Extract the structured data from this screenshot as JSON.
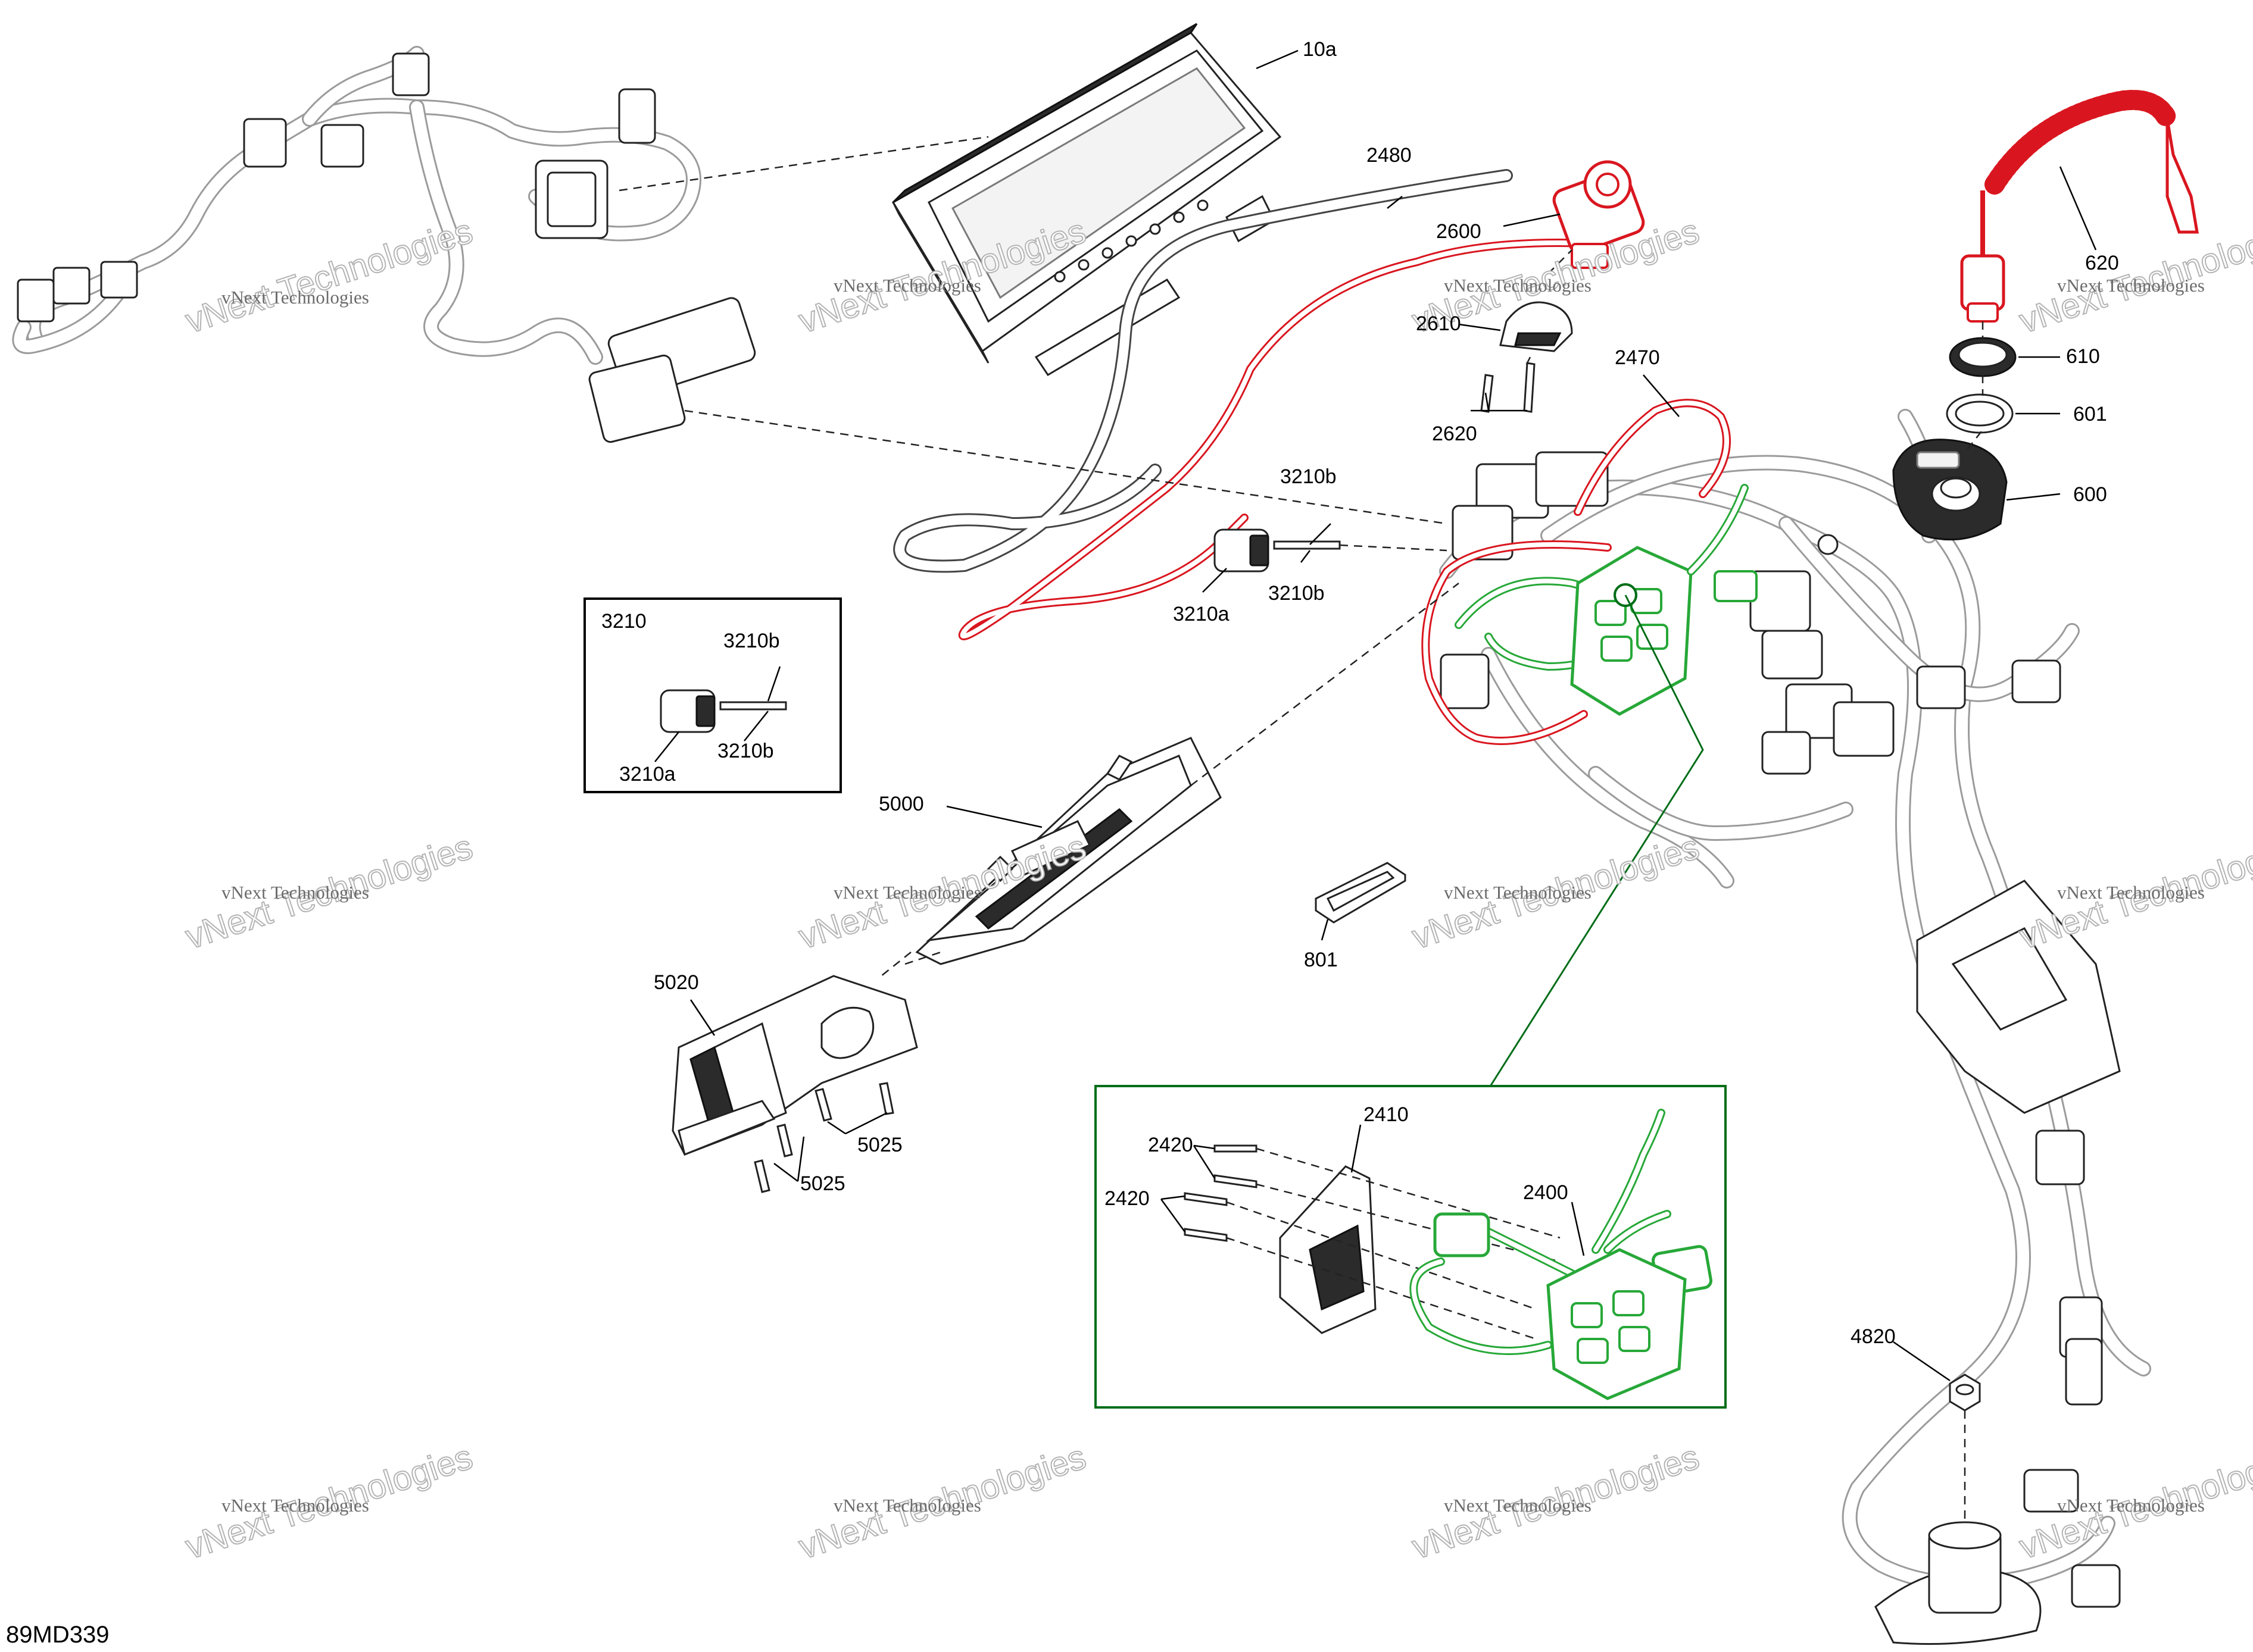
{
  "diagram": {
    "reference_code": "89MD339",
    "watermark_text": "vNext Technologies",
    "colors": {
      "highlight_red": "#d9161f",
      "highlight_green": "#27a838",
      "line": "#222222",
      "harness_gray": "#9b9b9b"
    },
    "callouts": {
      "c_10a": "10a",
      "c_2480": "2480",
      "c_2600": "2600",
      "c_2610": "2610",
      "c_2620": "2620",
      "c_2470": "2470",
      "c_620": "620",
      "c_610": "610",
      "c_601": "601",
      "c_600": "600",
      "c_3210b_top": "3210b",
      "c_3210b_bottom": "3210b",
      "c_3210a": "3210a",
      "c_5000": "5000",
      "c_5020": "5020",
      "c_5025_a": "5025",
      "c_5025_b": "5025",
      "c_801": "801",
      "c_2410": "2410",
      "c_2420_a": "2420",
      "c_2420_b": "2420",
      "c_2400": "2400",
      "c_4820": "4820"
    },
    "inset_3210": {
      "title": "3210",
      "label_b_top": "3210b",
      "label_b_bottom": "3210b",
      "label_a": "3210a"
    }
  }
}
